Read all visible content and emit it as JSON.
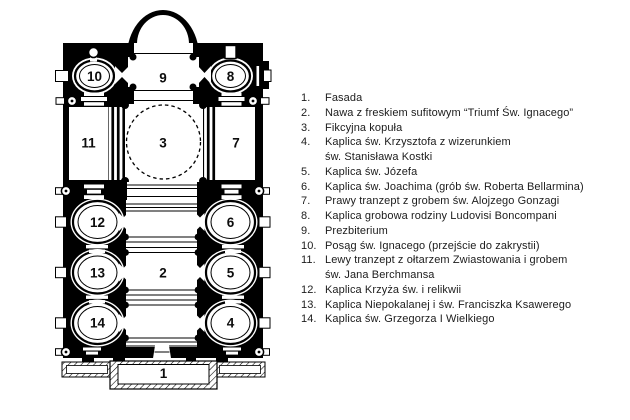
{
  "colors": {
    "ink": "#000000",
    "paper": "#ffffff",
    "text": "#1c1c1c"
  },
  "plan": {
    "labels": {
      "1": "1",
      "2": "2",
      "3": "3",
      "4": "4",
      "5": "5",
      "6": "6",
      "7": "7",
      "8": "8",
      "9": "9",
      "10": "10",
      "11": "11",
      "12": "12",
      "13": "13",
      "14": "14"
    }
  },
  "legend": {
    "rows": [
      {
        "num": "1.",
        "text": "Fasada"
      },
      {
        "num": "2.",
        "text": "Nawa z freskiem sufitowym “Triumf Św. Ignacego”"
      },
      {
        "num": "3.",
        "text": "Fikcyjna kopuła"
      },
      {
        "num": "4.",
        "text": "Kaplica św. Krzysztofa z wizerunkiem"
      },
      {
        "num": "",
        "text": "św. Stanisława Kostki"
      },
      {
        "num": "5.",
        "text": "Kaplica św. Józefa"
      },
      {
        "num": "6.",
        "text": "Kaplica św. Joachima (grób św. Roberta Bellarmina)"
      },
      {
        "num": "7.",
        "text": "Prawy tranzept z grobem św. Alojzego Gonzagi"
      },
      {
        "num": "8.",
        "text": "Kaplica grobowa rodziny Ludovisi Boncompani"
      },
      {
        "num": "9.",
        "text": "Prezbiterium"
      },
      {
        "num": "10.",
        "text": "Posąg św. Ignacego (przejście do zakrystii)"
      },
      {
        "num": "11.",
        "text": "Lewy tranzept z ołtarzem Zwiastowania i grobem"
      },
      {
        "num": "",
        "text": "św. Jana Berchmansa"
      },
      {
        "num": "12.",
        "text": "Kaplica Krzyża św. i relikwii"
      },
      {
        "num": "13.",
        "text": "Kaplica Niepokalanej i św. Franciszka Ksawerego"
      },
      {
        "num": "14.",
        "text": "Kaplica św. Grzegorza I Wielkiego"
      }
    ]
  }
}
